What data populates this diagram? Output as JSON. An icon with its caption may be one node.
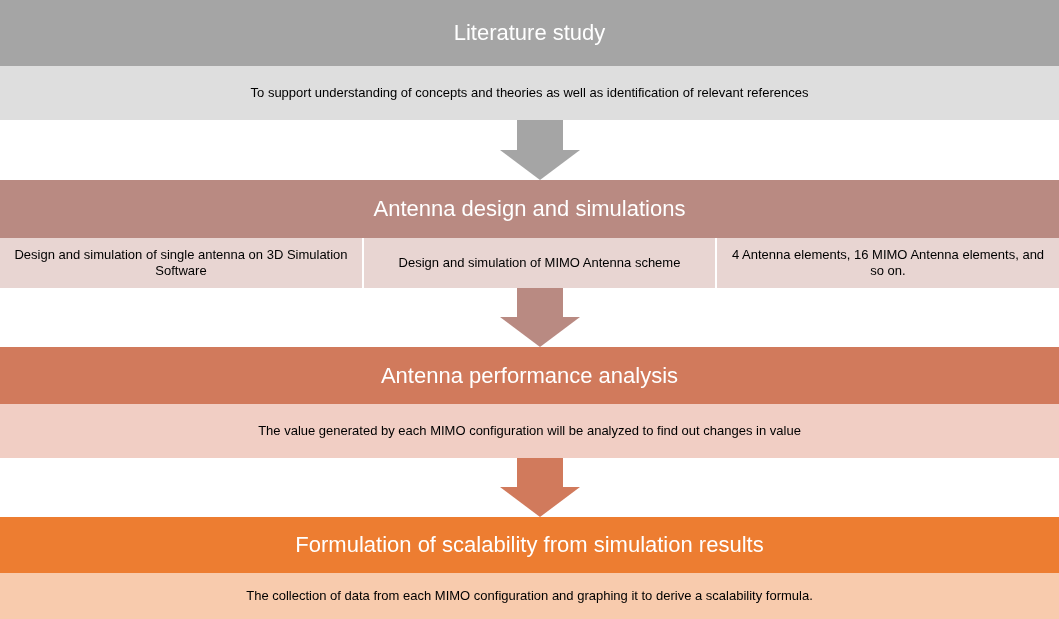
{
  "diagram": {
    "nodes": [
      {
        "text": [
          "Literature study"
        ]
      },
      {
        "text": [
          "To support understanding of concepts and theories as well as identification of relevant references"
        ]
      },
      {
        "text": [
          "Antenna design and simulations"
        ]
      },
      {
        "text": [
          "Design and simulation of single antenna on 3D Simulation Software"
        ]
      },
      {
        "text": [
          "Design and simulation of MIMO Antenna scheme"
        ]
      },
      {
        "text": [
          "4 Antenna elements, 16 MIMO Antenna elements, and so on."
        ]
      },
      {
        "text": [
          "Antenna performance analysis"
        ]
      },
      {
        "text": [
          "The value generated by each MIMO configuration will be analyzed to find out changes in value"
        ]
      },
      {
        "text": [
          "Formulation of scalability from simulation results"
        ]
      },
      {
        "text": [
          "The collection of data from each MIMO configuration and graphing it to derive a scalability formula."
        ]
      }
    ],
    "edges": [
      {
        "from": 1,
        "to": 2,
        "arrow": "to",
        "color": "#a5a5a5"
      },
      {
        "from": 4,
        "to": 6,
        "arrow": "to",
        "color": "#b98a82"
      },
      {
        "from": 7,
        "to": 8,
        "arrow": "to",
        "color": "#d17a5c"
      }
    ]
  }
}
